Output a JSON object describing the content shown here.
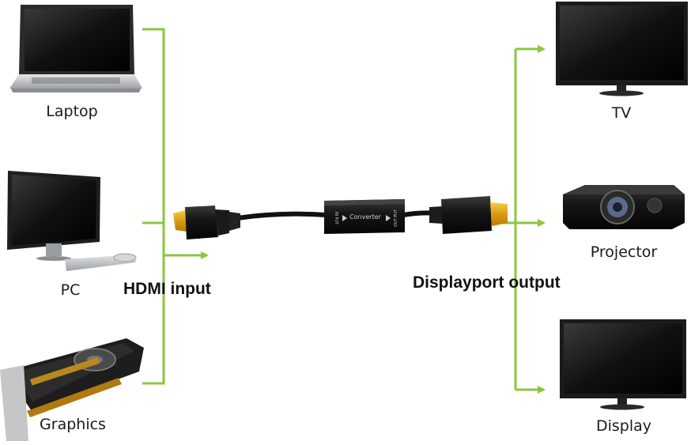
{
  "colors": {
    "connector_line": "#8cc63f",
    "device_dark": "#1c1c1c",
    "device_silver": "#c8cacc",
    "plug_gold": "#e0a81e",
    "cable": "#111111"
  },
  "inputs": [
    {
      "label": "Laptop",
      "icon": "laptop-icon"
    },
    {
      "label": "PC",
      "icon": "desktop-pc-icon"
    },
    {
      "label": "Graphics",
      "icon": "graphics-card-icon"
    }
  ],
  "outputs": [
    {
      "label": "TV",
      "icon": "tv-icon"
    },
    {
      "label": "Projector",
      "icon": "projector-icon"
    },
    {
      "label": "Display",
      "icon": "monitor-icon"
    }
  ],
  "input_caption": "HDMI input",
  "output_caption": "Displayport output",
  "converter": {
    "label": "Converter",
    "in_tag": "IN PUT",
    "out_tag": "OUT PUT"
  }
}
